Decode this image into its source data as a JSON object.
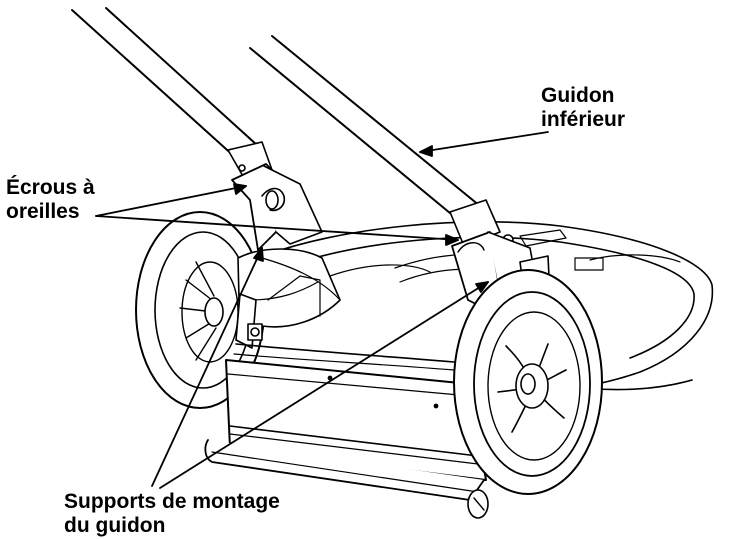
{
  "labels": {
    "lower_handle": [
      "Guidon",
      "inférieur"
    ],
    "wing_nuts": [
      "Écrous à",
      "oreilles"
    ],
    "handle_brackets": [
      "Supports de montage",
      "du guidon"
    ]
  },
  "colors": {
    "ink": "#000000",
    "paper": "#ffffff"
  }
}
